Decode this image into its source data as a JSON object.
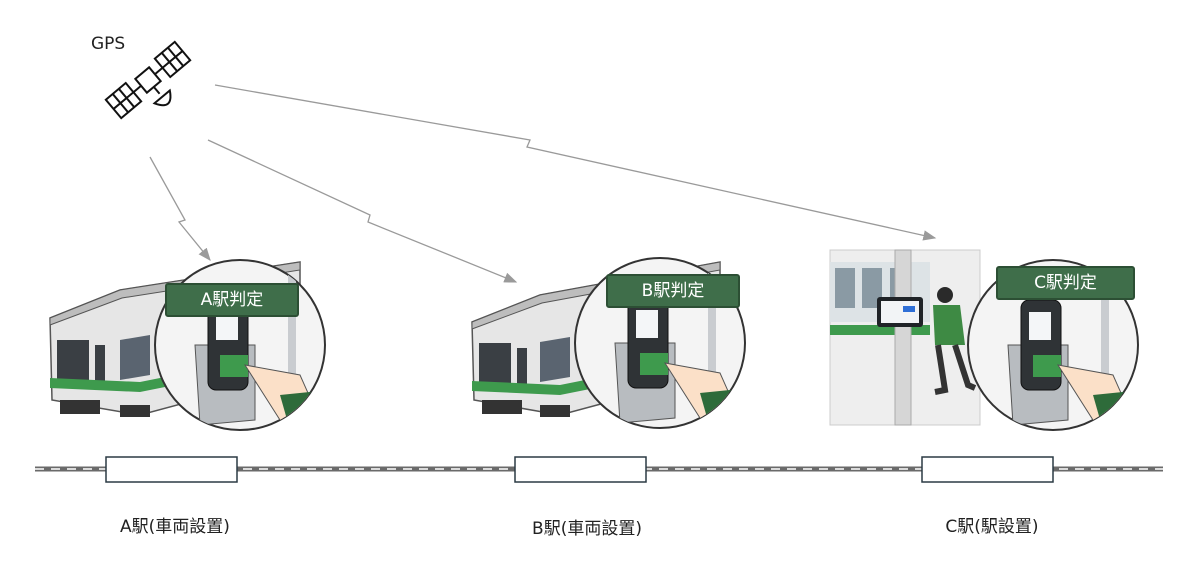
{
  "gps": {
    "label": "GPS",
    "icon": "satellite-icon"
  },
  "stations": [
    {
      "id": "A",
      "badge": "A駅判定",
      "caption": "A駅(車両設置)",
      "install": "vehicle"
    },
    {
      "id": "B",
      "badge": "B駅判定",
      "caption": "B駅(車両設置)",
      "install": "vehicle"
    },
    {
      "id": "C",
      "badge": "C駅判定",
      "caption": "C駅(駅設置)",
      "install": "station"
    }
  ],
  "colors": {
    "accent_green": "#3f6e4a",
    "line_stripe": "#3e9a4d",
    "track": "#666666",
    "signal_arrow": "#9a9a9a",
    "train_body": "#e8e8e8"
  }
}
